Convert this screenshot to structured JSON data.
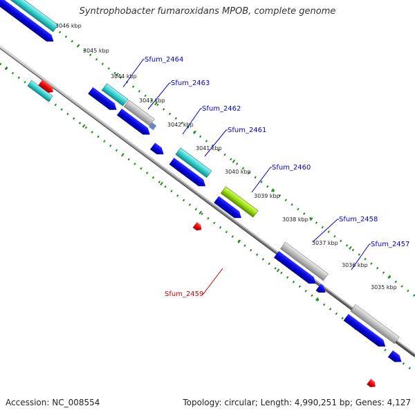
{
  "header": {
    "title": "Syntrophobacter fumaroxidans MPOB, complete genome"
  },
  "footer": {
    "accession": "Accession: NC_008554",
    "topology": "Topology: circular; Length: 4,990,251 bp; Genes: 4,127"
  },
  "colors": {
    "backbone": "#707070",
    "forward_cds": "#0000dd",
    "reverse_cds": "#0000dd",
    "match_high": "#33cccc",
    "match_low": "#aaaaaa",
    "match_lime": "#99dd11",
    "rna": "#ee0000",
    "tick": "#228822",
    "label_blue": "#0000cc",
    "label_red": "#cc0000"
  },
  "kbp_labels": [
    "3046 kbp",
    "3045 kbp",
    "3044 kbp",
    "3043 kbp",
    "3042 kbp",
    "3041 kbp",
    "3040 kbp",
    "3039 kbp",
    "3038 kbp",
    "3037 kbp",
    "3036 kbp",
    "3035 kbp"
  ],
  "gene_labels": {
    "sfum_2464": "Sfum_2464",
    "sfum_2463": "Sfum_2463",
    "sfum_2462": "Sfum_2462",
    "sfum_2461": "Sfum_2461",
    "sfum_2460": "Sfum_2460",
    "sfum_2458": "Sfum_2458",
    "sfum_2457": "Sfum_2457",
    "sfum_2459": "Sfum_2459"
  }
}
